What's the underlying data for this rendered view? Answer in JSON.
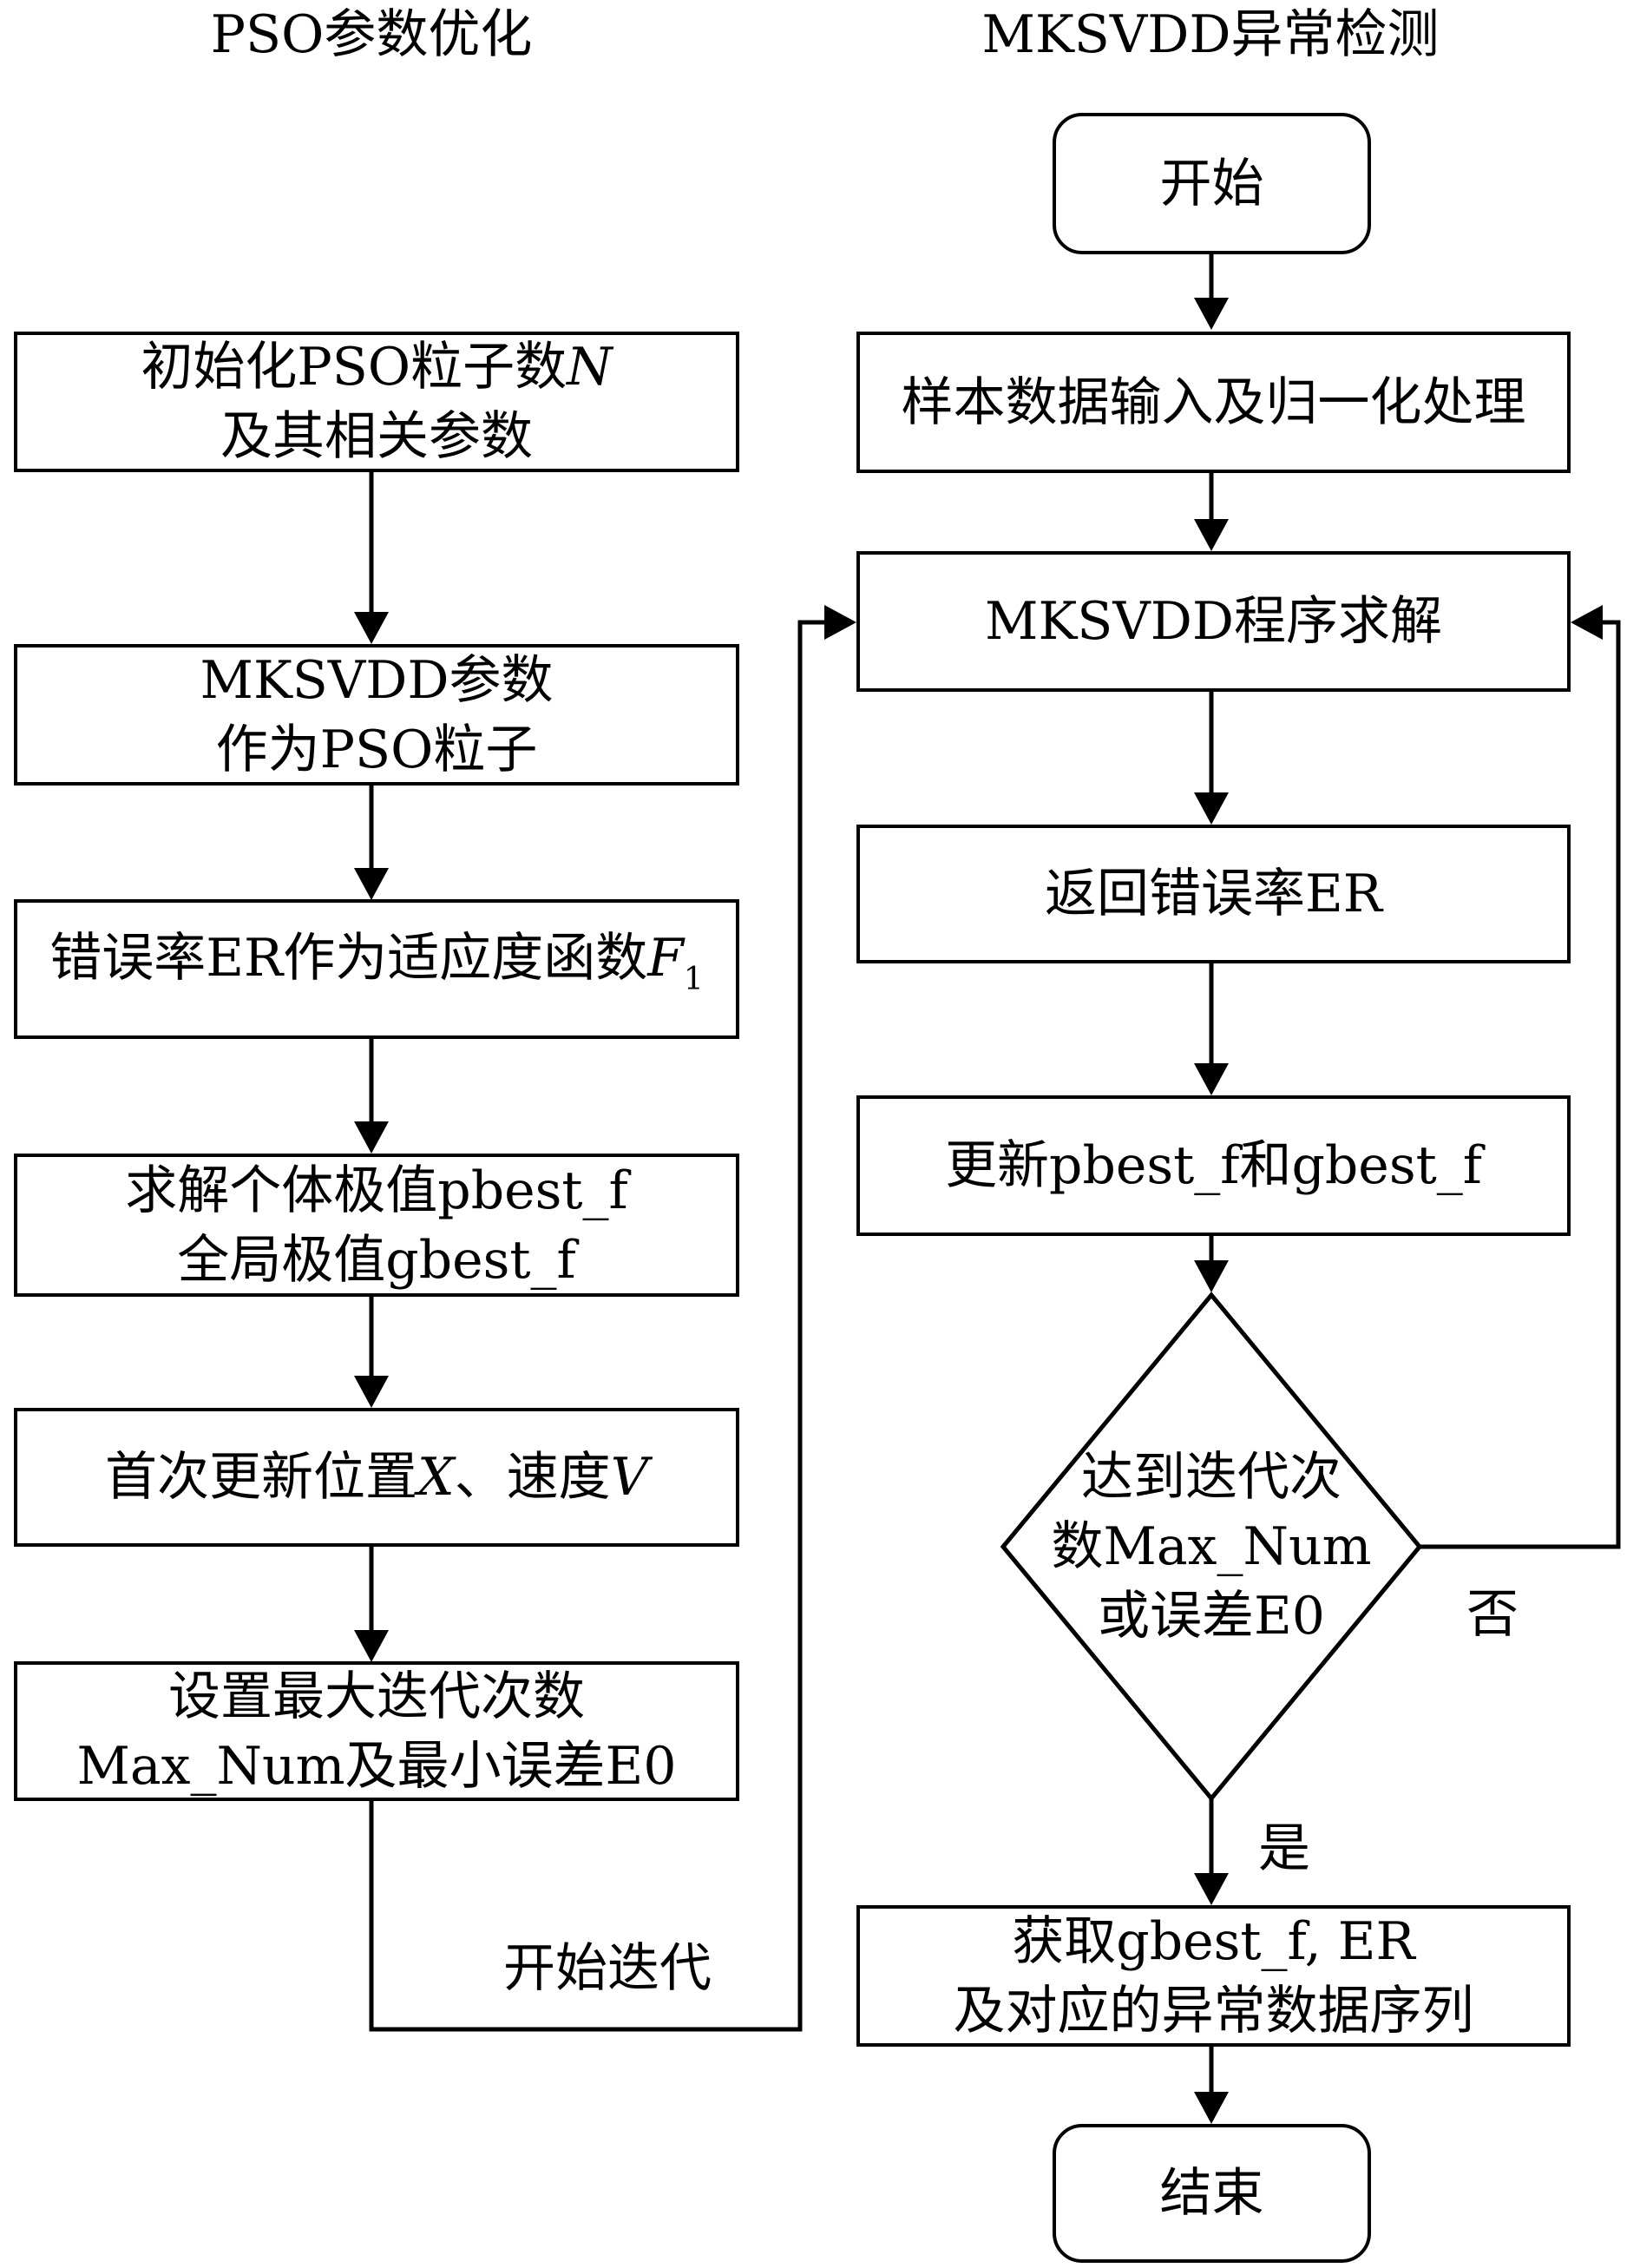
{
  "titles": {
    "left": "PSO参数优化",
    "right": "MKSVDD异常检测"
  },
  "left": {
    "n1_line1_a": "初始化PSO粒子数",
    "n1_line1_b": "N",
    "n1_line2": "及其相关参数",
    "n2_line1": "MKSVDD参数",
    "n2_line2": "作为PSO粒子",
    "n3_a": "错误率ER作为适应度函数",
    "n3_b": "F",
    "n3_sub": "1",
    "n4_line1": "求解个体极值pbest_f",
    "n4_line2": "全局极值gbest_f",
    "n5_a": "首次更新位置",
    "n5_b": "X",
    "n5_c": "、速度",
    "n5_d": "V",
    "n6_line1": "设置最大迭代次数",
    "n6_line2": "Max_Num及最小误差E0",
    "loop_label": "开始迭代"
  },
  "right": {
    "start": "开始",
    "r1": "样本数据输入及归一化处理",
    "r2": "MKSVDD程序求解",
    "r3": "返回错误率ER",
    "r4": "更新pbest_f和gbest_f",
    "d_line1": "达到迭代次",
    "d_line2": "数Max_Num",
    "d_line3": "或误差E0",
    "no_label": "否",
    "yes_label": "是",
    "r5_line1": "获取gbest_f, ER",
    "r5_line2": "及对应的异常数据序列",
    "end": "结束"
  }
}
